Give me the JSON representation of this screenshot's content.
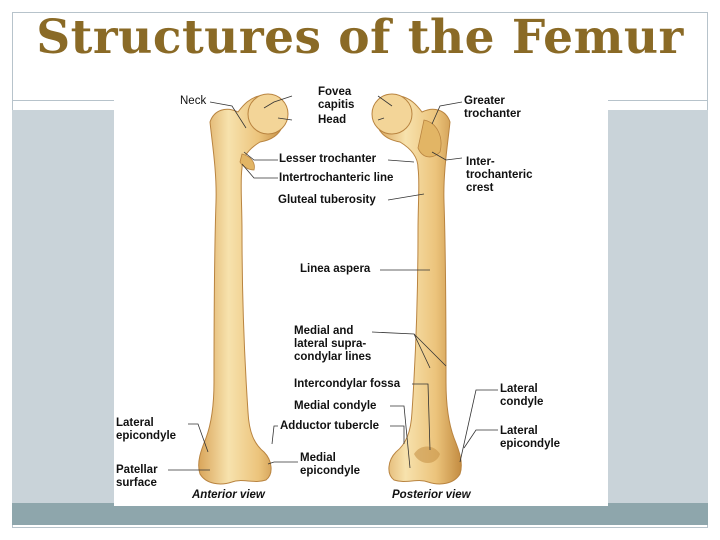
{
  "slide": {
    "title": "Structures of the Femur"
  },
  "figure": {
    "labels": {
      "neck": "Neck",
      "fovea": "Fovea\ncapitis",
      "head": "Head",
      "greater_trochanter": "Greater\ntrochanter",
      "lesser_trochanter": "Lesser trochanter",
      "intertrochanteric_line": "Intertrochanteric line",
      "intertrochanteric_crest": "Inter-\ntrochanteric\ncrest",
      "gluteal_tuberosity": "Gluteal tuberosity",
      "linea_aspera": "Linea aspera",
      "supracondylar_lines": "Medial and\nlateral supra-\ncondylar lines",
      "intercondylar_fossa": "Intercondylar fossa",
      "medial_condyle": "Medial condyle",
      "lateral_condyle": "Lateral\ncondyle",
      "adductor_tubercle": "Adductor tubercle",
      "lateral_epicondyle_left": "Lateral\nepicondyle",
      "lateral_epicondyle_right": "Lateral\nepicondyle",
      "medial_epicondyle": "Medial\nepicondyle",
      "patellar_surface": "Patellar\nsurface",
      "anterior_view": "Anterior view",
      "posterior_view": "Posterior view"
    }
  },
  "colors": {
    "title": "#8a6a26",
    "panel": "#c9d3d9",
    "footer_band": "#8ea6ac",
    "bone_light": "#f6dfa8",
    "bone_mid": "#e8bf73",
    "bone_dark": "#c8954a"
  }
}
